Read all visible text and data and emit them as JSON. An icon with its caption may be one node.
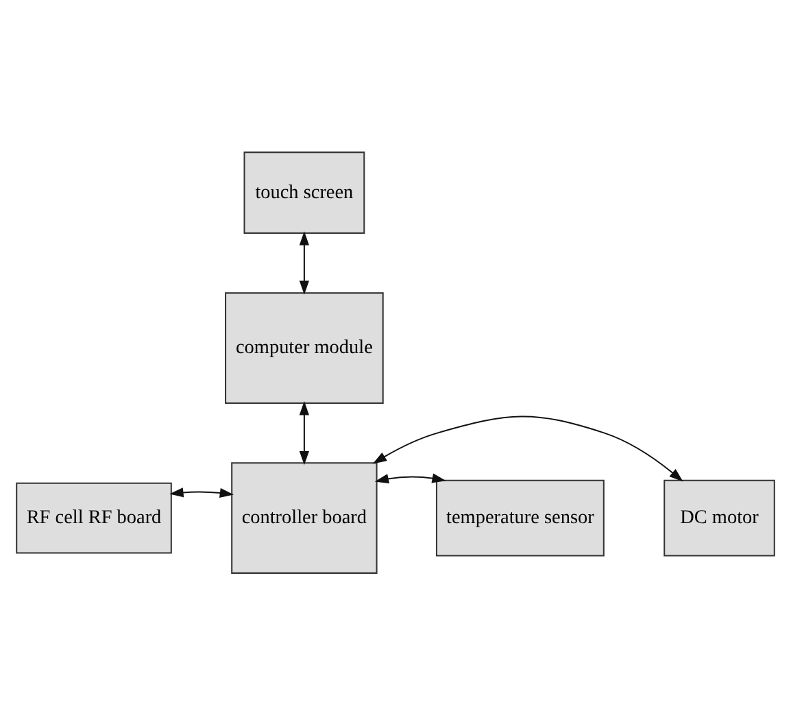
{
  "diagram": {
    "nodes": [
      {
        "text": [
          "touch screen"
        ]
      },
      {
        "text": [
          "computer module"
        ]
      },
      {
        "text": [
          "RF cell RF board"
        ]
      },
      {
        "text": [
          "controller board"
        ]
      },
      {
        "text": [
          "temperature sensor"
        ]
      },
      {
        "text": [
          "DC motor"
        ]
      }
    ],
    "edges": [
      {
        "from": 0,
        "to": 1,
        "arrow": "both"
      },
      {
        "from": 1,
        "to": 3,
        "arrow": "both"
      },
      {
        "from": 2,
        "to": 3,
        "arrow": "both"
      },
      {
        "from": 3,
        "to": 4,
        "arrow": "both"
      },
      {
        "from": 3,
        "to": 5,
        "arrow": "both"
      }
    ]
  }
}
